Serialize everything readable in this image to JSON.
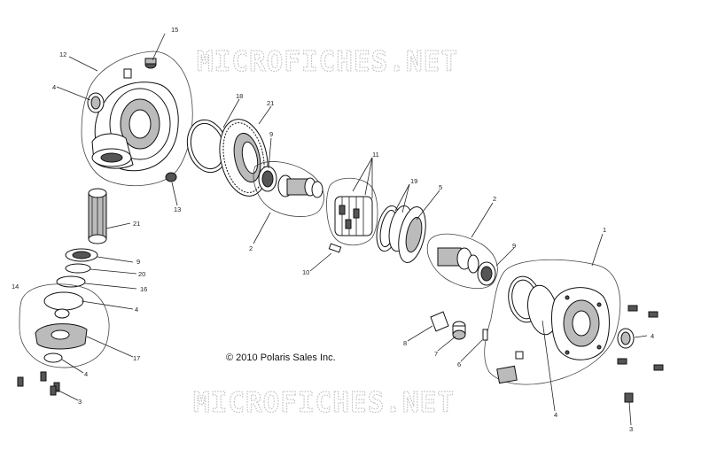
{
  "watermark": "MICROFICHES.NET",
  "copyright": "© 2010 Polaris Sales Inc.",
  "callouts": {
    "c1": "1",
    "c2a": "2",
    "c2b": "2",
    "c3a": "3",
    "c3b": "3",
    "c4a": "4",
    "c4b": "4",
    "c4c": "4",
    "c4d": "4",
    "c4e": "4",
    "c5": "5",
    "c6": "6",
    "c7": "7",
    "c8": "8",
    "c9a": "9",
    "c9b": "9",
    "c9c": "9",
    "c10": "10",
    "c11": "11",
    "c12": "12",
    "c13": "13",
    "c14": "14",
    "c15": "15",
    "c16": "16",
    "c17": "17",
    "c18": "18",
    "c19": "19",
    "c20": "20",
    "c21a": "21",
    "c21b": "21"
  }
}
